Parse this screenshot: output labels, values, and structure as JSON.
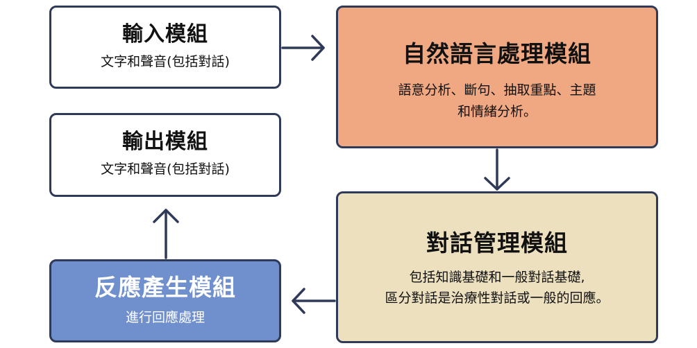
{
  "colors": {
    "border": "#2e3a57",
    "input_fill": "#ffffff",
    "output_fill": "#ffffff",
    "nlp_fill": "#f0a882",
    "dialog_fill": "#ede0bf",
    "response_fill": "#6f8fcd",
    "arrow": "#2e3a57"
  },
  "modules": {
    "input": {
      "title": "輸入模組",
      "desc": "文字和聲音(包括對話)"
    },
    "nlp": {
      "title": "自然語言處理模組",
      "desc_line1": "語意分析、斷句、抽取重點、主題",
      "desc_line2": "和情緒分析。"
    },
    "dialog": {
      "title": "對話管理模組",
      "desc_line1": "包括知識基礎和一般對話基礎,",
      "desc_line2": "區分對話是治療性對話或一般的回應。"
    },
    "response": {
      "title": "反應產生模組",
      "desc": "進行回應處理"
    },
    "output": {
      "title": "輸出模組",
      "desc": "文字和聲音(包括對話)"
    }
  },
  "arrows": [
    {
      "from": "input",
      "to": "nlp",
      "direction": "right"
    },
    {
      "from": "nlp",
      "to": "dialog",
      "direction": "down"
    },
    {
      "from": "dialog",
      "to": "response",
      "direction": "left"
    },
    {
      "from": "response",
      "to": "output",
      "direction": "up"
    }
  ]
}
